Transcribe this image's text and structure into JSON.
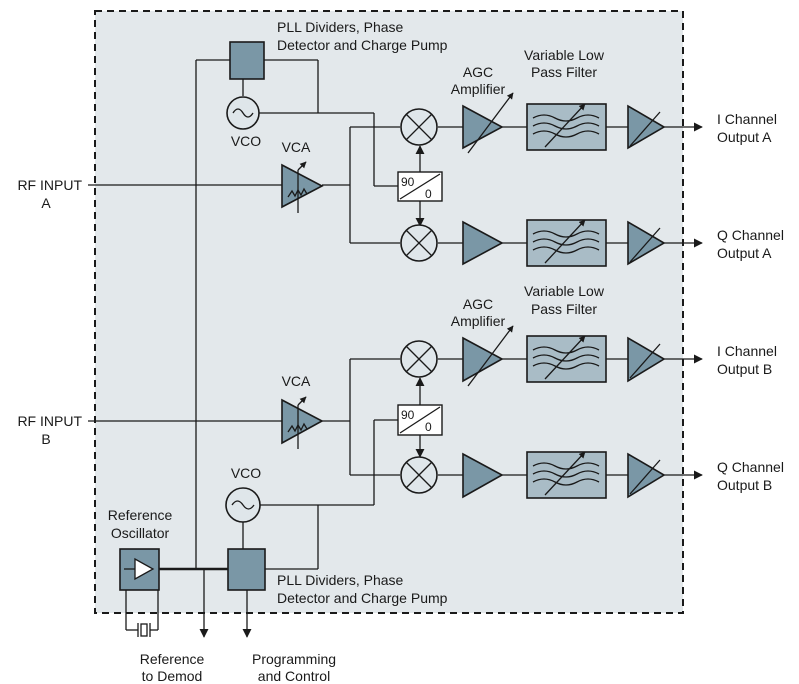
{
  "labels": {
    "pll_top_line1": "PLL Dividers, Phase",
    "pll_top_line2": "Detector and Charge Pump",
    "pll_bottom_line1": "PLL Dividers, Phase",
    "pll_bottom_line2": "Detector and Charge Pump",
    "vco_top": "VCO",
    "vco_bottom": "VCO",
    "vca_top": "VCA",
    "vca_bottom": "VCA",
    "agc_top_line1": "AGC",
    "agc_top_line2": "Amplifier",
    "agc_bottom_line1": "AGC",
    "agc_bottom_line2": "Amplifier",
    "lpf_top_line1": "Variable Low",
    "lpf_top_line2": "Pass Filter",
    "lpf_bottom_line1": "Variable Low",
    "lpf_bottom_line2": "Pass Filter",
    "rf_input_a_line1": "RF INPUT",
    "rf_input_a_line2": "A",
    "rf_input_b_line1": "RF INPUT",
    "rf_input_b_line2": "B",
    "i_out_a_line1": "I Channel",
    "i_out_a_line2": "Output A",
    "q_out_a_line1": "Q Channel",
    "q_out_a_line2": "Output A",
    "i_out_b_line1": "I Channel",
    "i_out_b_line2": "Output B",
    "q_out_b_line1": "Q Channel",
    "q_out_b_line2": "Output B",
    "ref_osc_line1": "Reference",
    "ref_osc_line2": "Oscillator",
    "ref_demod_line1": "Reference",
    "ref_demod_line2": "to Demod",
    "prog_line1": "Programming",
    "prog_line2": "and Control",
    "phase_top_90": "90",
    "phase_top_0": "0",
    "phase_bottom_90": "90",
    "phase_bottom_0": "0"
  },
  "colors": {
    "chip_background": "#e3e8eb",
    "block_fill": "#7a97a6",
    "filter_fill": "#a9bcc6",
    "circle_fill": "#dfe6ea"
  }
}
